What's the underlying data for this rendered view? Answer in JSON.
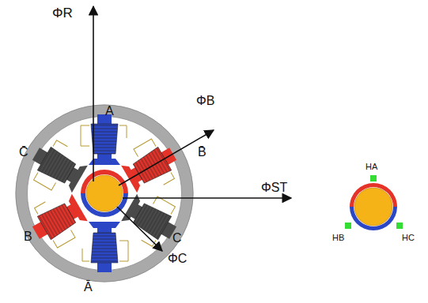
{
  "diagram": {
    "labels": [
      "ΦR",
      "A",
      "B̄",
      "C̄",
      "B",
      "C",
      "Ā",
      "ΦB",
      "ΦST",
      "ΦC",
      "HA",
      "HB",
      "HC"
    ]
  }
}
